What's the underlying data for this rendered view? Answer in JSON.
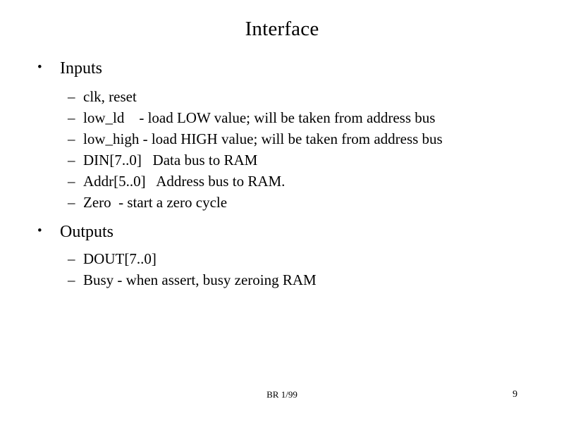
{
  "slide": {
    "title": "Interface",
    "sections": [
      {
        "marker": "•",
        "heading": "Inputs",
        "items": [
          {
            "marker": "–",
            "text": "clk, reset"
          },
          {
            "marker": "–",
            "text": "low_ld    - load LOW value; will be taken from address bus"
          },
          {
            "marker": "–",
            "text": "low_high - load HIGH value; will be taken from address bus"
          },
          {
            "marker": "–",
            "text": "DIN[7..0]   Data bus to RAM"
          },
          {
            "marker": "–",
            "text": "Addr[5..0]   Address bus to RAM."
          },
          {
            "marker": "–",
            "text": "Zero  - start a zero cycle"
          }
        ]
      },
      {
        "marker": "•",
        "heading": "Outputs",
        "items": [
          {
            "marker": "–",
            "text": "DOUT[7..0]"
          },
          {
            "marker": "–",
            "text": "Busy - when assert, busy zeroing RAM"
          }
        ]
      }
    ],
    "footer": {
      "center": "BR 1/99",
      "page_number": "9"
    },
    "colors": {
      "background": "#ffffff",
      "text": "#000000"
    }
  }
}
